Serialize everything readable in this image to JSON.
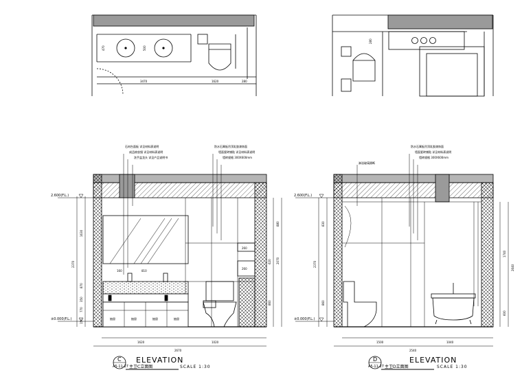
{
  "plan_left": {
    "dims": [
      "470",
      "500",
      "3470",
      "1620",
      "280"
    ]
  },
  "plan_right": {
    "dims": [
      "280"
    ]
  },
  "elevation_left": {
    "levels": [
      "2.600(F.L.)",
      "±0.000(F.L.)"
    ],
    "callouts": [
      "石材台面板 详见材料表说明",
      "成品梳妆镜 详见材料表说明",
      "洗手盆龙头 详见产品说明书",
      "防水石膏板吊顶乳胶漆饰面",
      "墙面瓷砖铺贴 详见材料表说明",
      "墙砖规格 300X600mm"
    ],
    "dims_left": [
      "1630",
      "2370",
      "870",
      "350",
      "770",
      "150"
    ],
    "dims_right": [
      "880",
      "620",
      "2070",
      "860",
      "260",
      "260"
    ],
    "dims_bottom_row1": [
      "1620",
      "1020"
    ],
    "dims_bottom_row2": [
      "2670"
    ],
    "vanity_dims": [
      "810",
      "160"
    ],
    "drawer_labels": [
      "抽屉",
      "抽屉",
      "抽屉",
      "抽屉"
    ],
    "bubble": {
      "number": "C",
      "sheet": "A5-11-27"
    },
    "caption": "主卫C立面图",
    "title": "ELEVATION",
    "scale": "SCALE 1:30"
  },
  "elevation_right": {
    "levels": [
      "2.600(F.L.)",
      "±0.000(F.L.)"
    ],
    "callouts": [
      "防水石膏板吊顶乳胶漆饰面",
      "墙面瓷砖铺贴 详见材料表说明",
      "墙砖规格 300X600mm",
      "淋浴玻璃隔断"
    ],
    "dims_left": [
      "830",
      "2370",
      "860"
    ],
    "dims_right": [
      "1740",
      "2640",
      "600"
    ],
    "dims_bottom_row1": [
      "1500",
      "1040"
    ],
    "dims_bottom_row2": [
      "2540"
    ],
    "bubble": {
      "number": "D",
      "sheet": "A5-11-27"
    },
    "caption": "主卫D立面图",
    "title": "ELEVATION",
    "scale": "SCALE 1:30"
  }
}
